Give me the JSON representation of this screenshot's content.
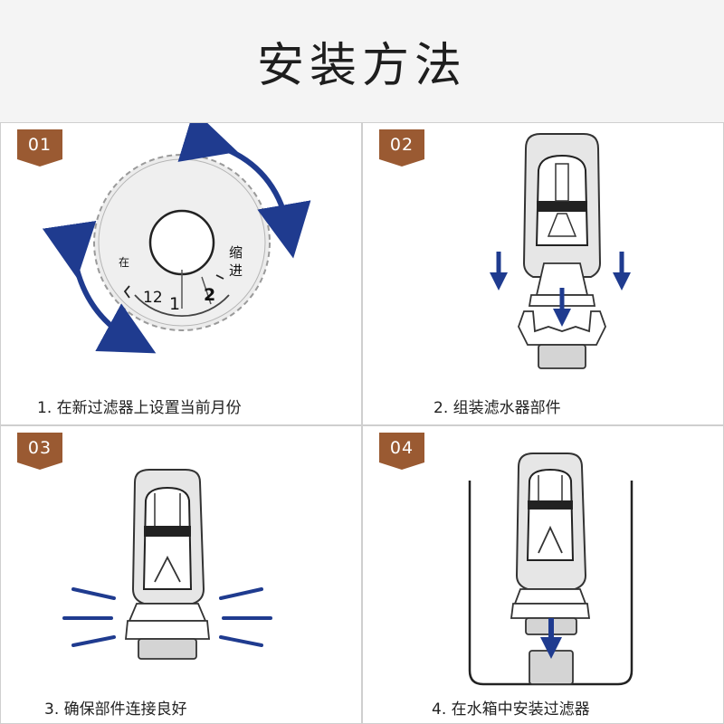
{
  "title": "安装方法",
  "steps": [
    {
      "number": "01",
      "caption": "1. 在新过滤器上设置当前月份"
    },
    {
      "number": "02",
      "caption": "2. 组装滤水器部件"
    },
    {
      "number": "03",
      "caption": "3. 确保部件连接良好"
    },
    {
      "number": "04",
      "caption": "4. 在水箱中安装过滤器"
    }
  ],
  "dial": {
    "label_left": "在",
    "label_right_top": "缩",
    "label_right_bottom": "进",
    "num_12": "12",
    "num_1": "1",
    "num_2": "2"
  },
  "colors": {
    "badge": "#9a5a32",
    "arrow": "#1f3b8f"
  }
}
